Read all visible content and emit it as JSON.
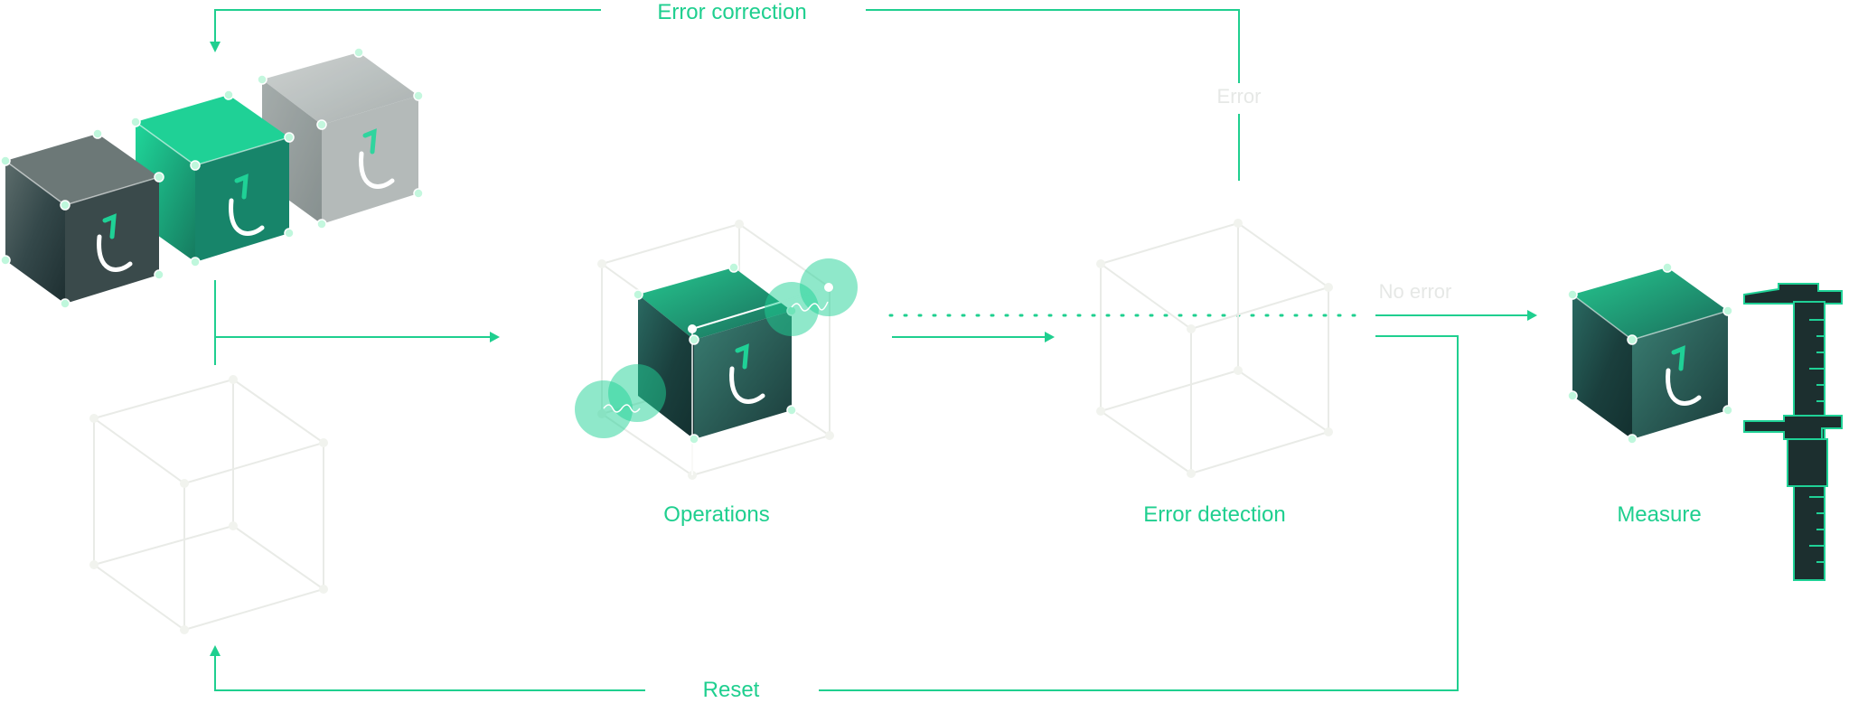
{
  "labels": {
    "error_correction": "Error correction",
    "error": "Error",
    "no_error": "No error",
    "operations": "Operations",
    "error_detection": "Error detection",
    "measure": "Measure",
    "reset": "Reset"
  },
  "colors": {
    "accent": "#1fcf8f",
    "faint_text": "#e6e8e6",
    "wireframe": "#e9ebe7",
    "cube_dark": "#1f3b3b",
    "cube_green": "#1fd196",
    "cube_grey": "#9aa3a3",
    "caliper": "#1c2f2f"
  },
  "icons": {
    "cube": "qubit-cube-icon",
    "wireframe_cube": "empty-cube-outline",
    "noise": "noise-blob-icon",
    "measure": "caliper-icon"
  }
}
